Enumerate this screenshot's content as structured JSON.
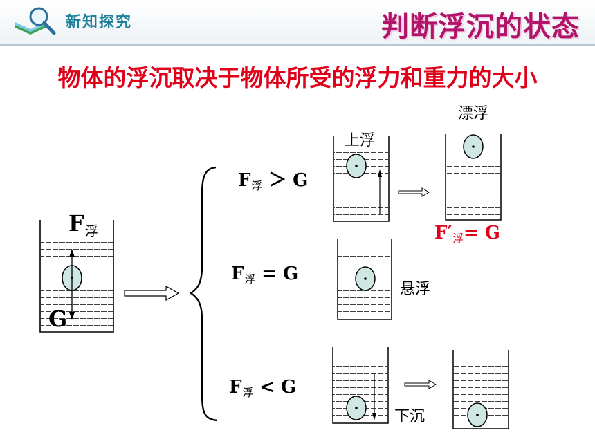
{
  "header": {
    "section_label": "新知探究",
    "topic_title": "判断浮沉的状态"
  },
  "main_heading": "物体的浮沉取决于物体所受的浮力和重力的大小",
  "left_forces": {
    "buoyancy": "F",
    "buoyancy_sub": "浮",
    "gravity": "G"
  },
  "cases": [
    {
      "relation_main": "F",
      "relation_sub": "浮",
      "relation_rest": " ＞ G",
      "state": "上浮",
      "final_state": "漂浮",
      "final_relation_main": "F′",
      "final_relation_sub": "浮",
      "final_relation_rest": "= G"
    },
    {
      "relation_main": "F",
      "relation_sub": "浮",
      "relation_rest": " = G",
      "state": "悬浮"
    },
    {
      "relation_main": "F",
      "relation_sub": "浮",
      "relation_rest": " < G",
      "state": "下沉"
    }
  ],
  "colors": {
    "heading": "#e0001a",
    "topic": "#b0156a",
    "ball_fill": "#cfe7e3",
    "line": "#000000"
  }
}
